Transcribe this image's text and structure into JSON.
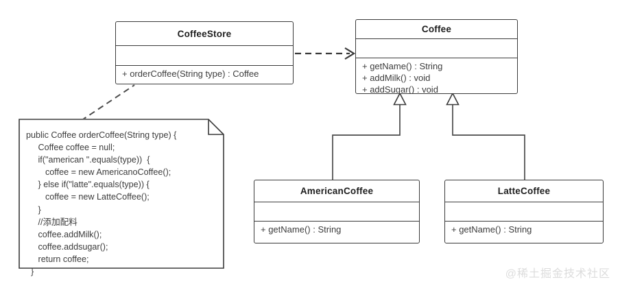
{
  "diagram": {
    "title": "Coffee Simple Factory UML Class Diagram",
    "background": "#ffffff",
    "stroke_color": "#3a3a3a",
    "text_color": "#3c3c3c",
    "watermark": "@稀土掘金技术社区"
  },
  "classes": {
    "coffee_store": {
      "name": "CoffeeStore",
      "attributes": [],
      "operations": [
        "+ orderCoffee(String type) : Coffee"
      ]
    },
    "coffee": {
      "name": "Coffee",
      "attributes": [],
      "operations": [
        "+ getName() : String",
        "+ addMilk() : void",
        "+ addSugar() : void"
      ]
    },
    "american_coffee": {
      "name": "AmericanCoffee",
      "attributes": [],
      "operations": [
        "+ getName() : String"
      ]
    },
    "latte_coffee": {
      "name": "LatteCoffee",
      "attributes": [],
      "operations": [
        "+ getName() : String"
      ]
    }
  },
  "note": {
    "code": "public Coffee orderCoffee(String type) {\n     Coffee coffee = null;\n     if(\"american \".equals(type))  {\n        coffee = new AmericanoCoffee();\n     } else if(\"latte\".equals(type)) {\n        coffee = new LatteCoffee();\n     }\n     //添加配料\n     coffee.addMilk();\n     coffee.addsugar();\n     return coffee;\n  }"
  },
  "relationships": [
    {
      "name": "dependency-coffeestore-coffee",
      "type": "dependency",
      "style": "dashed-open-arrow",
      "from": "CoffeeStore",
      "to": "Coffee"
    },
    {
      "name": "generalization-americancoffee-coffee",
      "type": "generalization",
      "style": "solid-hollow-triangle",
      "from": "AmericanCoffee",
      "to": "Coffee"
    },
    {
      "name": "generalization-lattecoffee-coffee",
      "type": "generalization",
      "style": "solid-hollow-triangle",
      "from": "LatteCoffee",
      "to": "Coffee"
    },
    {
      "name": "note-anchor-coffeestore",
      "type": "note-link",
      "style": "dashed-line",
      "from": "note",
      "to": "CoffeeStore"
    }
  ]
}
